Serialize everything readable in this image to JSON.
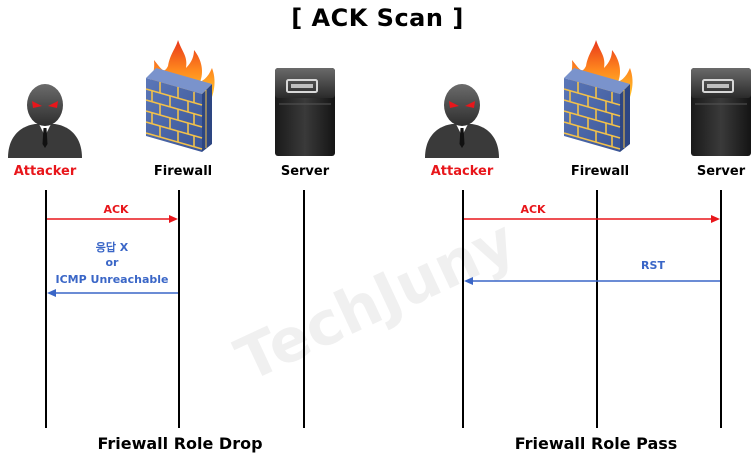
{
  "title": "[ ACK Scan ]",
  "watermark": "TechJuny",
  "colors": {
    "attack": "#e8161b",
    "reply": "#3a66c7",
    "line": "#000000"
  },
  "left": {
    "attacker": "Attacker",
    "firewall": "Firewall",
    "server": "Server",
    "msg_ack": "ACK",
    "reply_lines": [
      "응답 X",
      "or",
      "ICMP Unreachable"
    ],
    "caption": "Friewall Role Drop"
  },
  "right": {
    "attacker": "Attacker",
    "firewall": "Firewall",
    "server": "Server",
    "msg_ack": "ACK",
    "reply": "RST",
    "caption": "Friewall Role Pass"
  }
}
